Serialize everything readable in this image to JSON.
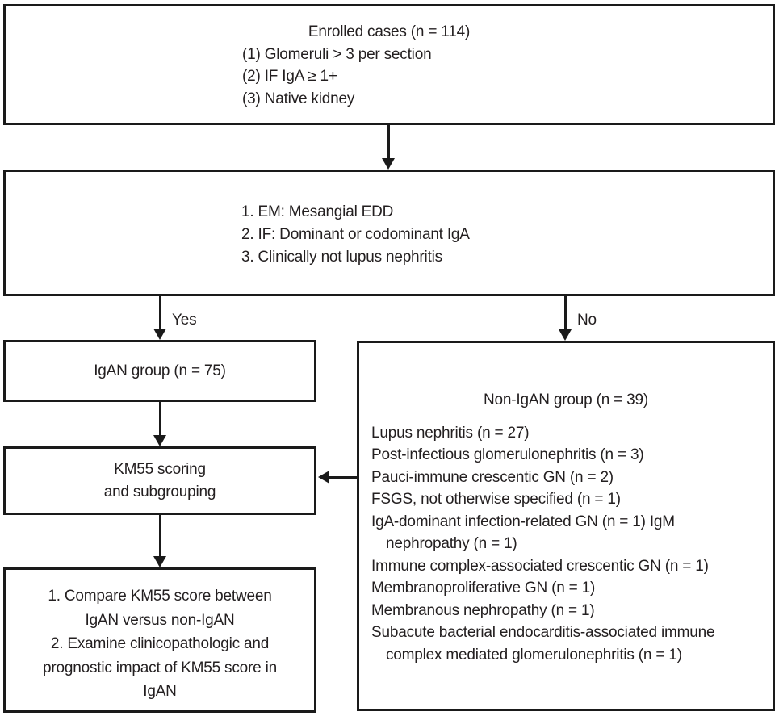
{
  "colors": {
    "border": "#1a1a1a",
    "text": "#231f20",
    "background": "#ffffff"
  },
  "flowchart": {
    "enrolled": {
      "title": "Enrolled cases (n = 114)",
      "criteria": [
        "(1) Glomeruli > 3 per section",
        "(2) IF IgA ≥ 1+",
        "(3) Native kidney"
      ]
    },
    "diagnostic_criteria": {
      "items": [
        "1. EM: Mesangial EDD",
        "2. IF: Dominant or codominant IgA",
        "3. Clinically not lupus nephritis"
      ]
    },
    "branches": {
      "yes": "Yes",
      "no": "No"
    },
    "igan_group": {
      "title": "IgAN group (n = 75)"
    },
    "km55": {
      "lines": [
        "KM55 scoring",
        "and subgrouping"
      ]
    },
    "objectives": {
      "lines": [
        "1. Compare KM55 score between",
        "IgAN versus non-IgAN",
        "2. Examine clinicopathologic and",
        "prognostic impact of KM55 score in",
        "IgAN"
      ]
    },
    "non_igan_group": {
      "title": "Non-IgAN group (n = 39)",
      "lines": [
        {
          "text": "Lupus nephritis (n = 27)"
        },
        {
          "text": "Post-infectious glomerulonephritis (n = 3)"
        },
        {
          "text": "Pauci-immune crescentic GN (n = 2)"
        },
        {
          "text": "FSGS, not otherwise specified (n = 1)"
        },
        {
          "text": "IgA-dominant infection-related GN (n = 1) IgM"
        },
        {
          "text": "nephropathy (n = 1)",
          "indent": true
        },
        {
          "text": "Immune complex-associated crescentic GN (n = 1)"
        },
        {
          "text": "Membranoproliferative GN (n = 1)"
        },
        {
          "text": "Membranous nephropathy (n = 1)"
        },
        {
          "text": "Subacute bacterial endocarditis-associated immune"
        },
        {
          "text": "complex mediated glomerulonephritis (n = 1)",
          "indent": true
        }
      ]
    }
  }
}
